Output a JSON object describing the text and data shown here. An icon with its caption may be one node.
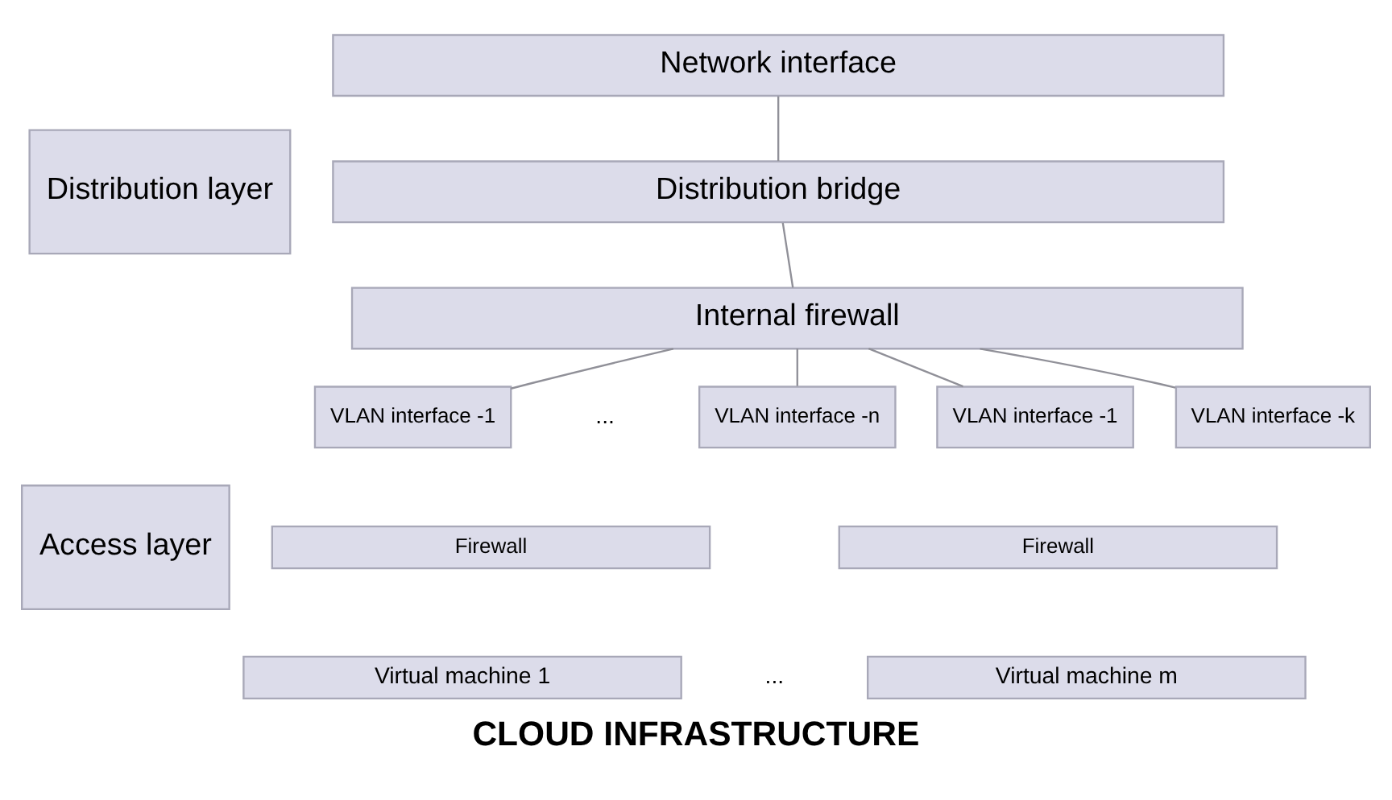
{
  "diagram": {
    "title": "CLOUD INFRASTRUCTURE",
    "nodes": [
      {
        "text": [
          "Distribution layer"
        ]
      },
      {
        "text": [
          "Access layer"
        ]
      },
      {
        "text": [
          "Network interface"
        ]
      },
      {
        "text": [
          "Distribution bridge"
        ]
      },
      {
        "text": [
          "Internal firewall"
        ]
      },
      {
        "text": [
          "VLAN interface -1"
        ]
      },
      {
        "text": [
          "VLAN interface -n"
        ]
      },
      {
        "text": [
          "VLAN interface -1"
        ]
      },
      {
        "text": [
          "VLAN interface -k"
        ]
      },
      {
        "text": [
          "Firewall"
        ]
      },
      {
        "text": [
          "Firewall"
        ]
      },
      {
        "text": [
          "Virtual machine 1"
        ]
      },
      {
        "text": [
          "Virtual machine m"
        ]
      }
    ],
    "edges": [
      {
        "from": 2,
        "to": 3,
        "arrow": "none"
      },
      {
        "from": 3,
        "to": 4,
        "arrow": "none"
      },
      {
        "from": 4,
        "to": 5,
        "arrow": "none"
      },
      {
        "from": 4,
        "to": 6,
        "arrow": "none"
      },
      {
        "from": 4,
        "to": 7,
        "arrow": "none"
      },
      {
        "from": 4,
        "to": 8,
        "arrow": "none"
      }
    ],
    "labels": [
      "...",
      "..."
    ]
  }
}
